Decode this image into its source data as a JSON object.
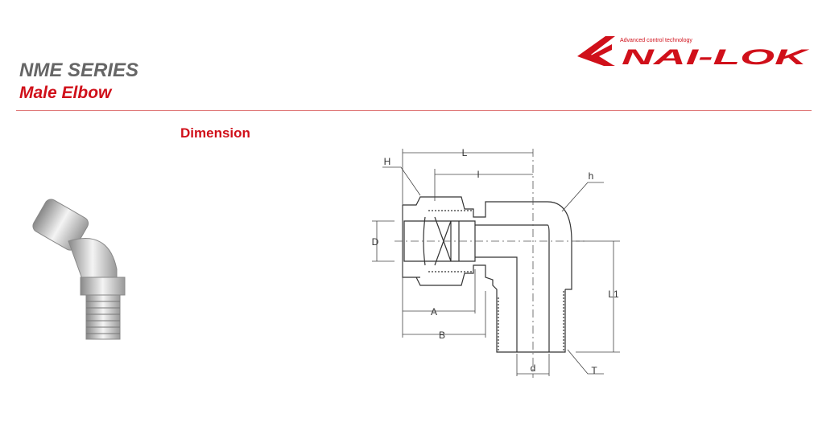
{
  "header": {
    "series": "NME SERIES",
    "subtitle": "Male Elbow",
    "section": "Dimension"
  },
  "logo": {
    "tagline": "Advanced control technology",
    "brand": "NAI-LOK",
    "color": "#d0101a"
  },
  "drawing": {
    "labels": {
      "L": "L",
      "I": "I",
      "H": "H",
      "h": "h",
      "D": "D",
      "L1": "L1",
      "A": "A",
      "B": "B",
      "d": "d",
      "T": "T"
    }
  }
}
